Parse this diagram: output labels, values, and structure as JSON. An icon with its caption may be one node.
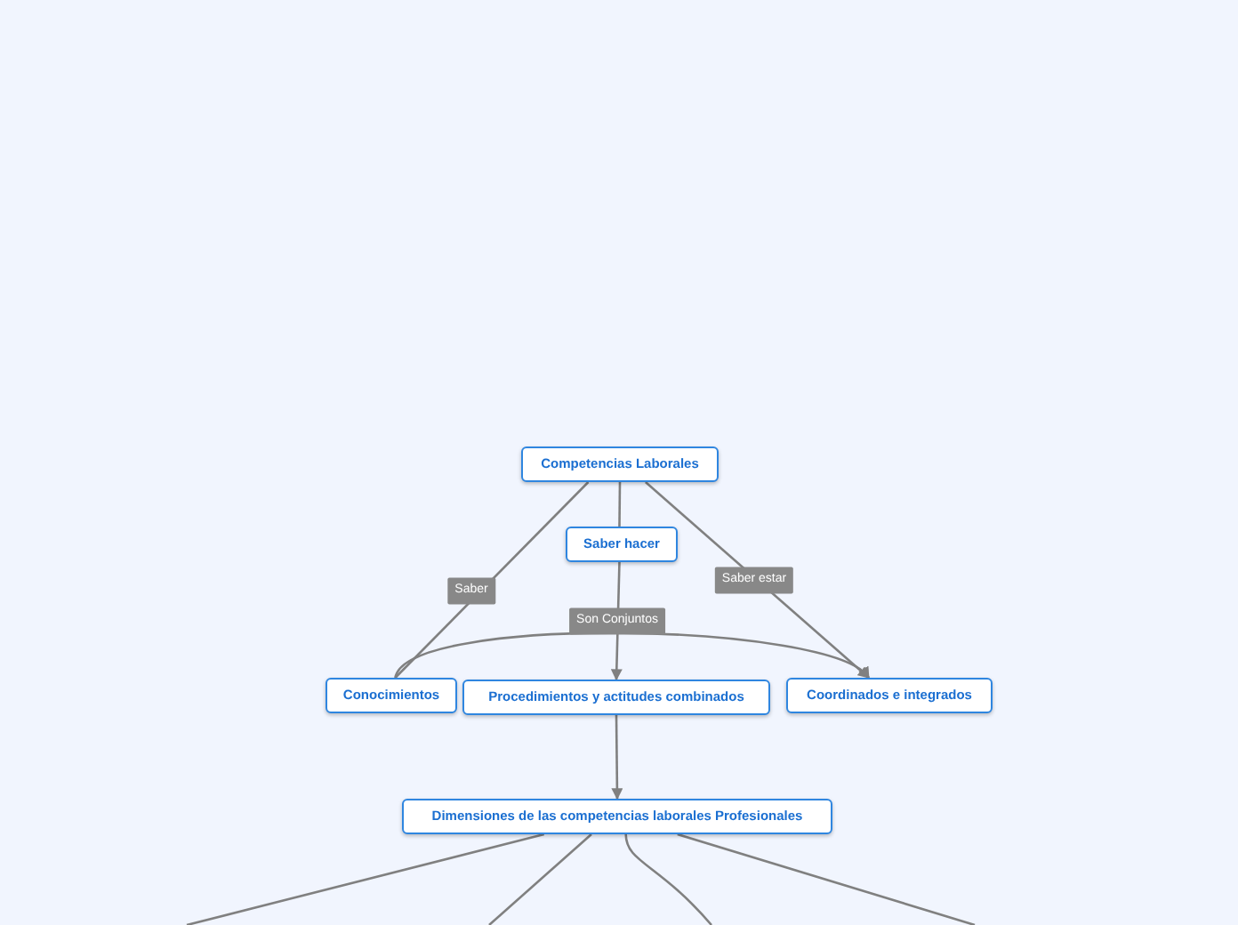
{
  "diagram": {
    "nodes": [
      {
        "text": [
          "Competencias Laborales"
        ]
      },
      {
        "text": [
          "Saber hacer"
        ]
      },
      {
        "text": [
          "Conocimientos"
        ]
      },
      {
        "text": [
          "Procedimientos y actitudes combinados"
        ]
      },
      {
        "text": [
          "Coordinados e integrados"
        ]
      },
      {
        "text": [
          "Dimensiones de las competencias laborales Profesionales"
        ]
      }
    ],
    "edges": [
      {
        "from": 0,
        "to": 2,
        "arrow": "none",
        "label": "Saber"
      },
      {
        "from": 0,
        "to": 1,
        "arrow": "none"
      },
      {
        "from": 1,
        "to": 3,
        "arrow": "to"
      },
      {
        "from": 0,
        "to": 4,
        "arrow": "to",
        "label": "Saber estar"
      },
      {
        "from": 2,
        "to": 4,
        "arrow": "to",
        "label": "Son Conjuntos"
      },
      {
        "from": 3,
        "to": 5,
        "arrow": "to"
      },
      {
        "from": 5,
        "to": null,
        "arrow": "none"
      },
      {
        "from": 5,
        "to": null,
        "arrow": "none"
      },
      {
        "from": 5,
        "to": null,
        "arrow": "none"
      },
      {
        "from": 5,
        "to": null,
        "arrow": "none"
      }
    ]
  }
}
